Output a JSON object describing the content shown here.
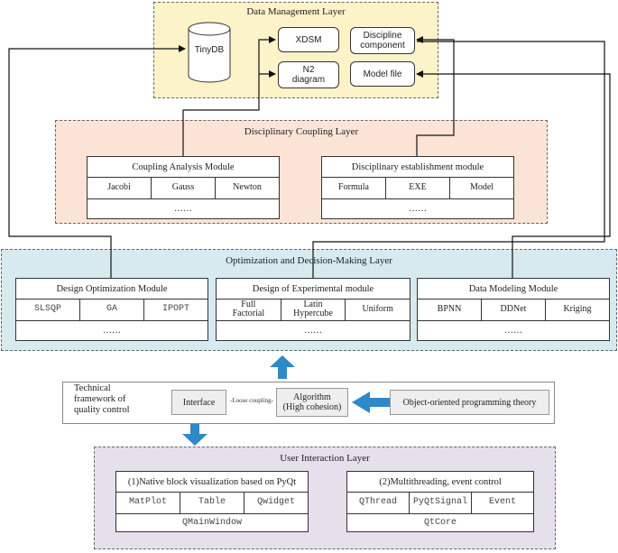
{
  "colors": {
    "data_layer_bg": "#fdf3c9",
    "coupling_layer_bg": "#fbe4d6",
    "opt_layer_bg": "#d6eaf0",
    "user_layer_bg": "#e4e0ec",
    "arrow_blue": "#2e89c9",
    "line": "#111111"
  },
  "data_layer": {
    "title": "Data Management Layer",
    "db_label": "TinyDB",
    "xdsm": "XDSM",
    "n2": "N2\ndiagram",
    "discipline": "Discipline\ncomponent",
    "model_file": "Model file"
  },
  "coupling_layer": {
    "title": "Disciplinary Coupling Layer",
    "analysis": {
      "title": "Coupling Analysis Module",
      "cells": [
        "Jacobi",
        "Gauss",
        "Newton"
      ],
      "more": "……"
    },
    "establishment": {
      "title": "Disciplinary establishment module",
      "cells": [
        "Formula",
        "EXE",
        "Model"
      ],
      "more": "……"
    }
  },
  "opt_layer": {
    "title": "Optimization and Decision-Making Layer",
    "design_opt": {
      "title": "Design Optimization Module",
      "cells": [
        "SLSQP",
        "GA",
        "IPOPT"
      ],
      "more": "……"
    },
    "doe": {
      "title": "Design of Experimental module",
      "cells": [
        "Full\nFactorial",
        "Latin\nHypercube",
        "Uniform"
      ],
      "more": "……"
    },
    "data_model": {
      "title": "Data Modeling Module",
      "cells": [
        "BPNN",
        "DDNet",
        "Kriging"
      ],
      "more": "……"
    }
  },
  "quality": {
    "label": "Technical\nframework of\nquality control",
    "interface": "Interface",
    "coupling_note": "-Loose coupling-",
    "algorithm": "Algorithm\n(High cohesion)",
    "oop": "Object-oriented programming theory"
  },
  "user_layer": {
    "title": "User Interaction Layer",
    "native": {
      "title": "(1)Native block visualization based on PyQt",
      "cells": [
        "MatPlot",
        "Table",
        "Qwidget"
      ],
      "bottom": "QMainWindow"
    },
    "threading": {
      "title": "(2)Multithreading, event control",
      "cells": [
        "QThread",
        "PyQtSignal",
        "Event"
      ],
      "bottom": "QtCore"
    }
  }
}
